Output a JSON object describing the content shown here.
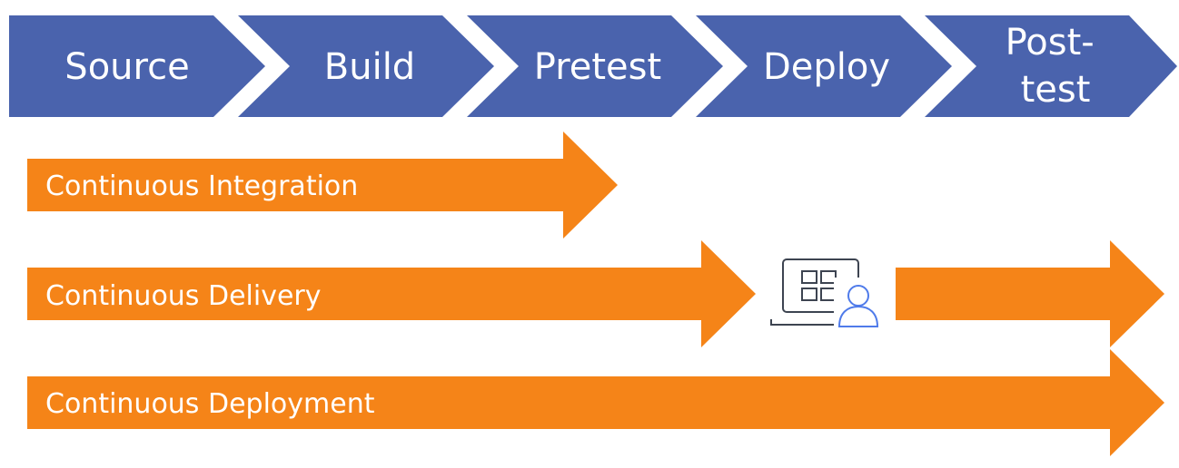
{
  "pipeline": {
    "stage_color": "#4a63ad",
    "stages": [
      {
        "label_lines": [
          "Source"
        ]
      },
      {
        "label_lines": [
          "Build"
        ]
      },
      {
        "label_lines": [
          "Pretest"
        ]
      },
      {
        "label_lines": [
          "Deploy"
        ]
      },
      {
        "label_lines": [
          "Post-",
          "test"
        ]
      }
    ]
  },
  "tracks": {
    "arrow_color": "#f58418",
    "items": [
      {
        "label": "Continuous Integration"
      },
      {
        "label": "Continuous Delivery"
      },
      {
        "label": "Continuous Deployment"
      }
    ]
  },
  "approval_gate": {
    "icon": "laptop-user-approval-icon",
    "icon_color": "#3d4451",
    "user_color": "#4f7bea"
  }
}
